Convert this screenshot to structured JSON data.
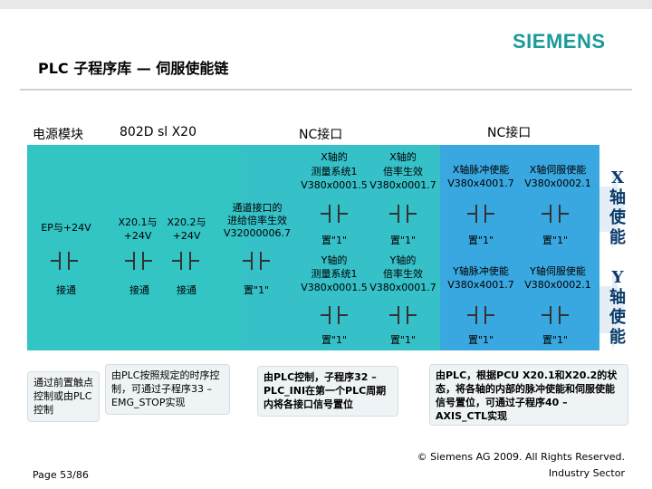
{
  "header": {
    "logo": "SIEMENS",
    "title": "PLC 子程序库 — 伺服使能链"
  },
  "columns": {
    "power": "电源模块",
    "plc": "802D sl X20",
    "nc1": "NC接口",
    "nc2": "NC接口"
  },
  "power": {
    "ep": "EP与+24V",
    "state": "接通"
  },
  "x20": {
    "x201": "X20.1与",
    "x201v": "+24V",
    "x202": "X20.2与",
    "x202v": "+24V",
    "state1": "接通",
    "state2": "接通"
  },
  "feed": {
    "l1": "通道接口的",
    "l2": "进给倍率生效",
    "l3": "V32000006.7",
    "set": "置\"1\""
  },
  "x_axis": {
    "meas_l1": "X轴的",
    "meas_l2": "测量系统1",
    "meas_l3": "V380x0001.5",
    "over_l1": "X轴的",
    "over_l2": "倍率生效",
    "over_l3": "V380x0001.7",
    "pulse_l1": "X轴脉冲使能",
    "pulse_l2": "V380x4001.7",
    "servo_l1": "X轴伺服使能",
    "servo_l2": "V380x0002.1",
    "set1": "置\"1\"",
    "set2": "置\"1\"",
    "set3": "置\"1\"",
    "set4": "置\"1\""
  },
  "y_axis": {
    "meas_l1": "Y轴的",
    "meas_l2": "测量系统1",
    "meas_l3": "V380x0001.5",
    "over_l1": "Y轴的",
    "over_l2": "倍率生效",
    "over_l3": "V380x0001.7",
    "pulse_l1": "Y轴脉冲使能",
    "pulse_l2": "V380x4001.7",
    "servo_l1": "Y轴伺服使能",
    "servo_l2": "V380x0002.1",
    "set1": "置\"1\"",
    "set2": "置\"1\"",
    "set3": "置\"1\"",
    "set4": "置\"1\""
  },
  "side": {
    "x": [
      "X",
      "轴",
      "使",
      "能"
    ],
    "y": [
      "Y",
      "轴",
      "使",
      "能"
    ]
  },
  "notes": {
    "n1": "通过前置触点控制或由PLC控制",
    "n2": "由PLC按照规定的时序控制，可通过子程序33 – EMG_STOP实现",
    "n3": "由PLC控制，子程序32 – PLC_INI在第一个PLC周期内将各接口信号置位",
    "n4": "由PLC，根据PCU X20.1和X20.2的状态，将各轴的内部的脉冲使能和伺服使能信号置位，可通过子程序40 – AXIS_CTL实现"
  },
  "footer": {
    "page": "Page 53/86",
    "copyright": "© Siemens AG 2009. All Rights Reserved.",
    "sector": "Industry Sector"
  },
  "colors": {
    "band_teal": "#33c4c4",
    "band_blue": "#3aa8e0",
    "logo": "#1a9a9a"
  }
}
